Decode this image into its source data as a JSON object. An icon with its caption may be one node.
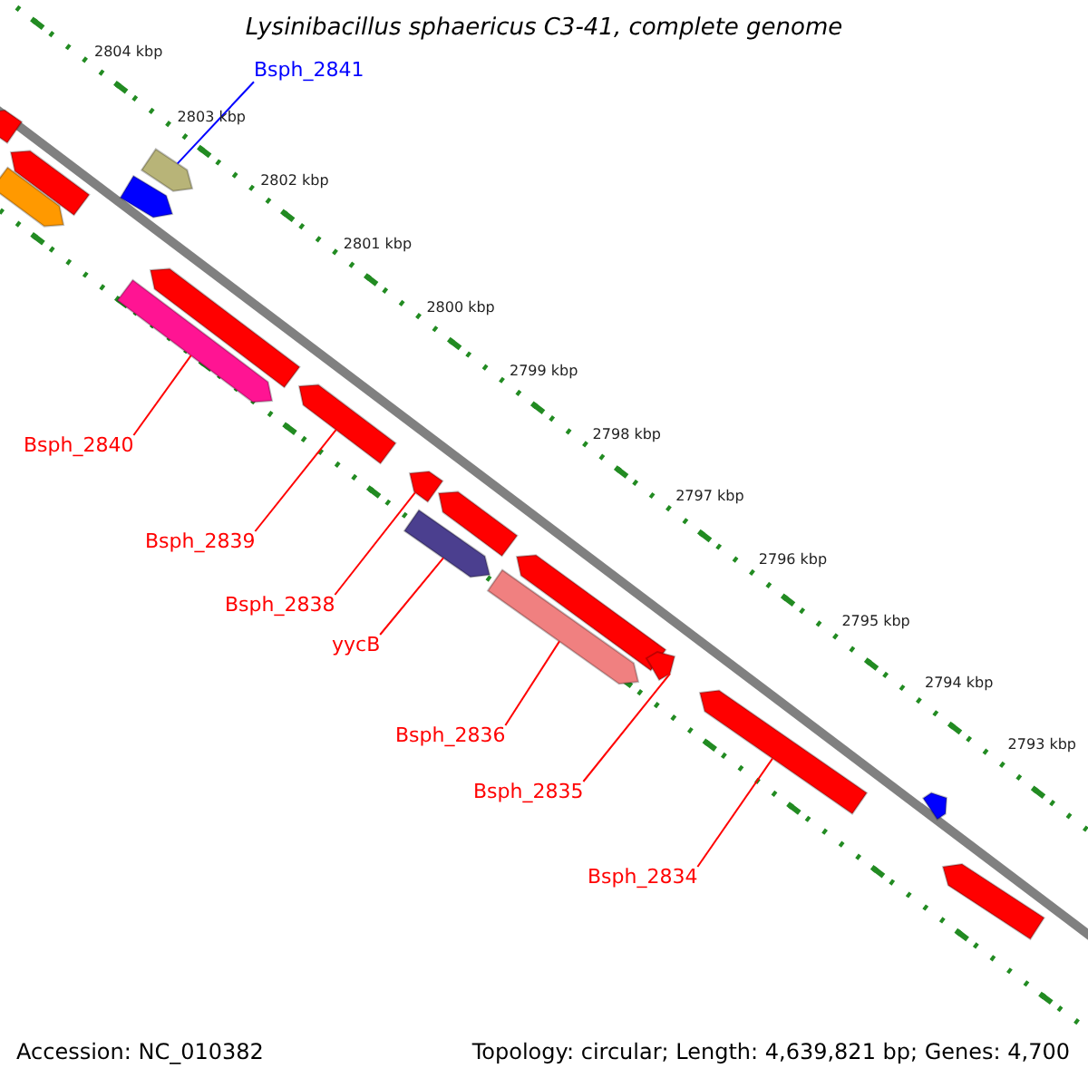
{
  "diagram": {
    "title": "Lysinibacillus sphaericus C3-41, complete genome",
    "nodes": [
      {
        "text": [
          "Bsph_2841"
        ]
      },
      {
        "text": [
          "Bsph_2840"
        ]
      },
      {
        "text": [
          "Bsph_2839"
        ]
      },
      {
        "text": [
          "Bsph_2838"
        ]
      },
      {
        "text": [
          "yycB"
        ]
      },
      {
        "text": [
          "Bsph_2836"
        ]
      },
      {
        "text": [
          "Bsph_2835"
        ]
      },
      {
        "text": [
          "Bsph_2834"
        ]
      },
      {
        "text": [],
        "shape": "bar"
      },
      {
        "text": [],
        "shape": "bar"
      },
      {
        "text": [],
        "shape": "bar"
      },
      {
        "text": [],
        "shape": "bar"
      },
      {
        "text": [],
        "shape": "bar"
      },
      {
        "text": [],
        "shape": "bar"
      },
      {
        "text": [],
        "shape": "bar"
      },
      {
        "text": [],
        "shape": "bar"
      },
      {
        "text": [],
        "shape": "bar"
      },
      {
        "text": [],
        "shape": "bar"
      },
      {
        "text": [],
        "shape": "bar"
      },
      {
        "text": [],
        "shape": "bar"
      },
      {
        "text": [],
        "shape": "bar"
      },
      {
        "text": [],
        "shape": "bar"
      },
      {
        "text": [],
        "shape": "bar"
      },
      {
        "text": [],
        "shape": "bar"
      },
      {
        "text": [],
        "shape": "bar"
      }
    ],
    "edges": [
      {
        "from": 0,
        "to": 13,
        "arrow": "none",
        "color": "#0000ff"
      },
      {
        "from": 1,
        "to": 11,
        "arrow": "none"
      },
      {
        "from": 2,
        "to": 15,
        "arrow": "none"
      },
      {
        "from": 3,
        "to": 16,
        "arrow": "none"
      },
      {
        "from": 4,
        "to": 17,
        "arrow": "none"
      },
      {
        "from": 5,
        "to": 19,
        "arrow": "none"
      },
      {
        "from": 6,
        "to": 21,
        "arrow": "none"
      },
      {
        "from": 7,
        "to": 22,
        "arrow": "none"
      }
    ],
    "labels": [
      "2804 kbp",
      "2803 kbp",
      "2802 kbp",
      "2801 kbp",
      "2800 kbp",
      "2799 kbp",
      "2798 kbp",
      "2797 kbp",
      "2796 kbp",
      "2795 kbp",
      "2794 kbp",
      "2793 kbp",
      "Accession: NC_010382",
      "Topology: circular; Length: 4,639,821 bp; Genes: 4,700"
    ]
  }
}
